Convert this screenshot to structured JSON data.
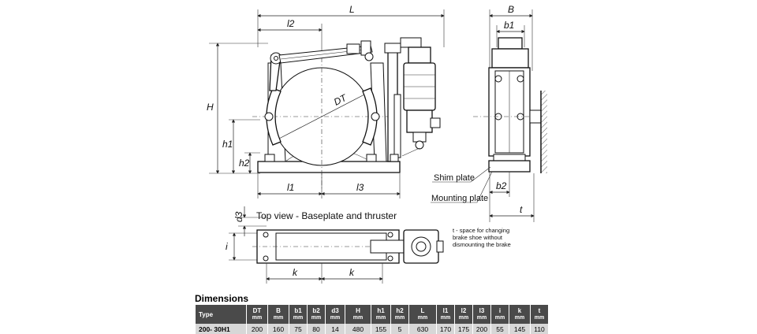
{
  "drawing": {
    "dimension_labels": {
      "L": "L",
      "l2": "l2",
      "B": "B",
      "b1": "b1",
      "H": "H",
      "h1": "h1",
      "h2": "h2",
      "DT": "DT",
      "l1": "l1",
      "l3": "l3",
      "b2": "b2",
      "d3": "d3",
      "i": "i",
      "k": "k",
      "t": "t"
    },
    "callouts": {
      "shim_plate": "Shim plate",
      "mounting_plate": "Mounting plate"
    },
    "top_view_title": "Top view - Baseplate and thruster",
    "note_lines": [
      "t - space for changing",
      "brake shoe without",
      "dismounting the brake"
    ]
  },
  "dimensions": {
    "title": "Dimensions",
    "columns": [
      {
        "name": "Type",
        "unit": ""
      },
      {
        "name": "DT",
        "unit": "mm"
      },
      {
        "name": "B",
        "unit": "mm"
      },
      {
        "name": "b1",
        "unit": "mm"
      },
      {
        "name": "b2",
        "unit": "mm"
      },
      {
        "name": "d3",
        "unit": "mm"
      },
      {
        "name": "H",
        "unit": "mm"
      },
      {
        "name": "h1",
        "unit": "mm"
      },
      {
        "name": "h2",
        "unit": "mm"
      },
      {
        "name": "L",
        "unit": "mm"
      },
      {
        "name": "l1",
        "unit": "mm"
      },
      {
        "name": "l2",
        "unit": "mm"
      },
      {
        "name": "l3",
        "unit": "mm"
      },
      {
        "name": "i",
        "unit": "mm"
      },
      {
        "name": "k",
        "unit": "mm"
      },
      {
        "name": "t",
        "unit": "mm"
      }
    ],
    "rows": [
      [
        "200- 30H1",
        "200",
        "160",
        "75",
        "80",
        "14",
        "480",
        "155",
        "5",
        "630",
        "170",
        "175",
        "200",
        "55",
        "145",
        "110"
      ]
    ]
  }
}
